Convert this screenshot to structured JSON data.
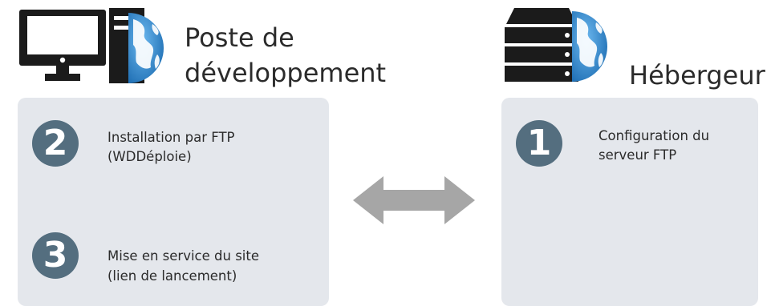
{
  "colors": {
    "panel": "#e4e7ec",
    "badge": "#546e7f",
    "arrow": "#a6a6a6",
    "icon_dark": "#1b1b1b",
    "globe": "#2f86c8"
  },
  "left": {
    "title_line1": "Poste de",
    "title_line2": "développement",
    "icons": [
      "computer-monitor-icon",
      "pc-tower-icon",
      "globe-icon"
    ],
    "steps": [
      {
        "number": "2",
        "line1": "Installation par FTP",
        "line2": "(WDDéploie)"
      },
      {
        "number": "3",
        "line1": "Mise en service du site",
        "line2": "(lien de lancement)"
      }
    ]
  },
  "right": {
    "title": "Hébergeur",
    "icons": [
      "server-icon",
      "globe-icon"
    ],
    "steps": [
      {
        "number": "1",
        "line1": "Configuration du",
        "line2": "serveur FTP"
      }
    ]
  },
  "connector": {
    "icon": "double-arrow-icon"
  }
}
